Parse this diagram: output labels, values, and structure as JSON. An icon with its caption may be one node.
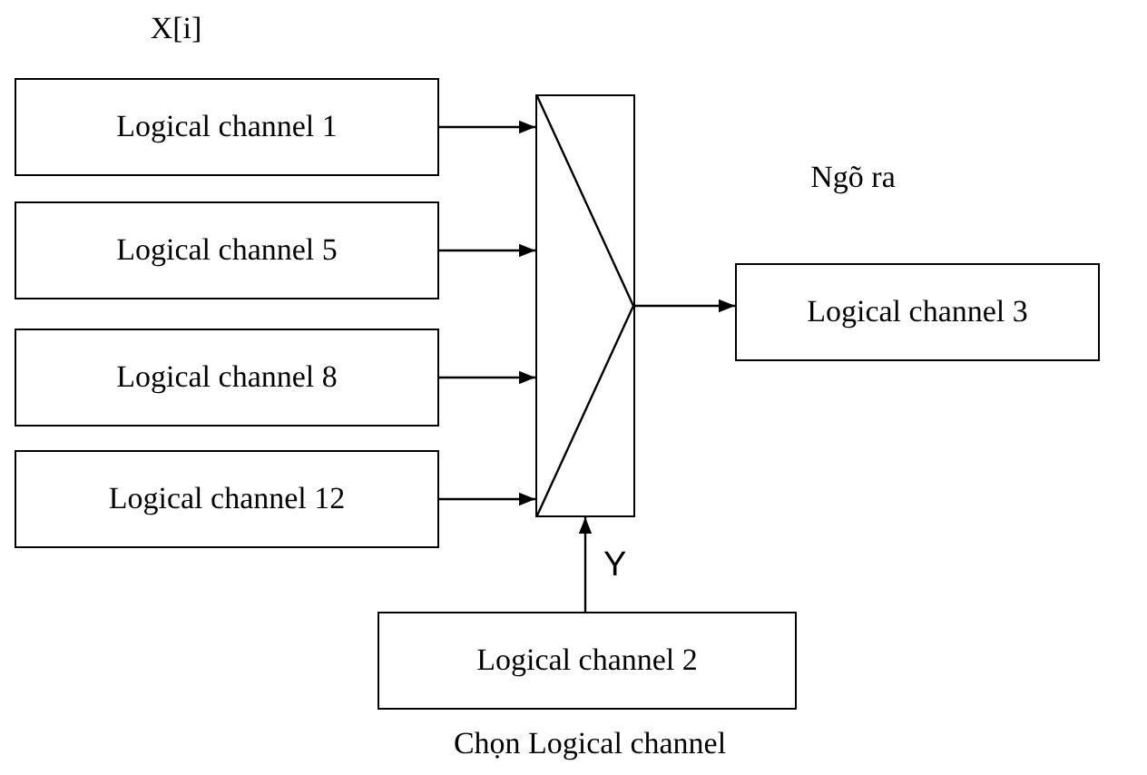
{
  "diagram": {
    "nodes": [
      {
        "text": [
          "Logical channel 1"
        ]
      },
      {
        "text": [
          "Logical channel 5"
        ]
      },
      {
        "text": [
          "Logical channel 8"
        ]
      },
      {
        "text": [
          "Logical channel 12"
        ]
      },
      {
        "text": [],
        "shape": "box"
      },
      {
        "text": [
          "Logical channel 3"
        ],
        "beside": [
          "Ngõ ra"
        ]
      },
      {
        "text": [
          "Logical channel 2"
        ],
        "beside": [
          "Chọn Logical channel"
        ]
      }
    ],
    "edges": [
      {
        "from": 0,
        "to": 4,
        "arrow": "to"
      },
      {
        "from": 1,
        "to": 4,
        "arrow": "to"
      },
      {
        "from": 2,
        "to": 4,
        "arrow": "to"
      },
      {
        "from": 3,
        "to": 4,
        "arrow": "to"
      },
      {
        "from": 4,
        "to": 5,
        "arrow": "to"
      },
      {
        "from": 6,
        "to": 4,
        "arrow": "to",
        "label": "Y"
      }
    ],
    "labels": [
      "X[i]"
    ]
  }
}
